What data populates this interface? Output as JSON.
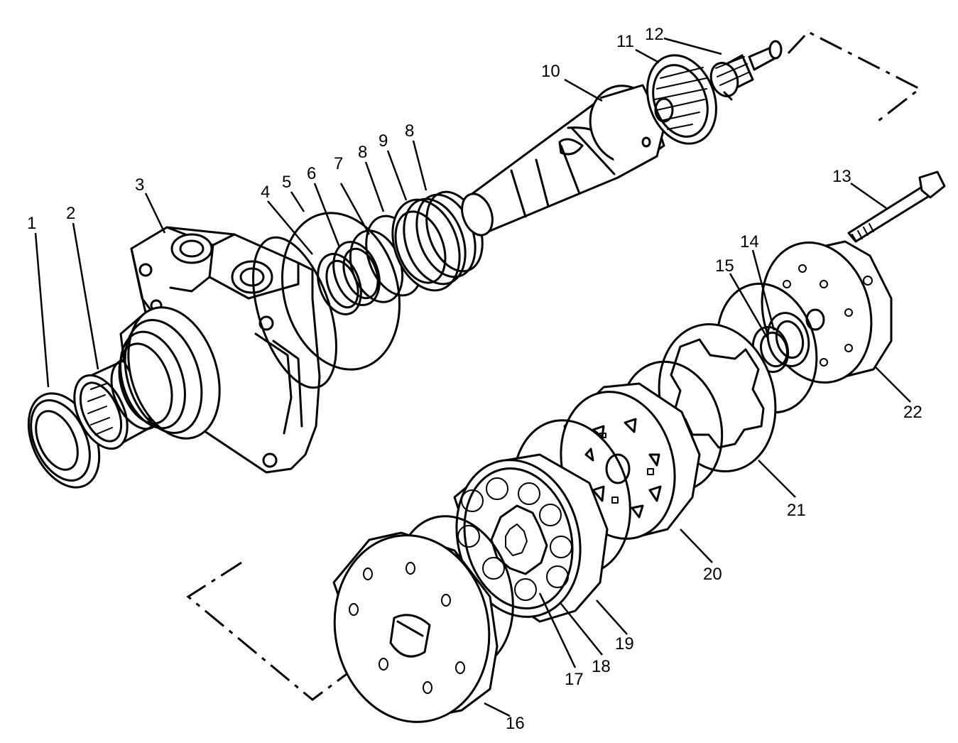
{
  "diagram": {
    "callouts": [
      {
        "id": "1",
        "label": "1"
      },
      {
        "id": "2",
        "label": "2"
      },
      {
        "id": "3",
        "label": "3"
      },
      {
        "id": "4",
        "label": "4"
      },
      {
        "id": "5",
        "label": "5"
      },
      {
        "id": "6",
        "label": "6"
      },
      {
        "id": "7",
        "label": "7"
      },
      {
        "id": "8a",
        "label": "8"
      },
      {
        "id": "9",
        "label": "9"
      },
      {
        "id": "8b",
        "label": "8"
      },
      {
        "id": "10",
        "label": "10"
      },
      {
        "id": "11",
        "label": "11"
      },
      {
        "id": "12",
        "label": "12"
      },
      {
        "id": "13",
        "label": "13"
      },
      {
        "id": "14",
        "label": "14"
      },
      {
        "id": "15",
        "label": "15"
      },
      {
        "id": "16",
        "label": "16"
      },
      {
        "id": "17",
        "label": "17"
      },
      {
        "id": "18",
        "label": "18"
      },
      {
        "id": "19",
        "label": "19"
      },
      {
        "id": "20",
        "label": "20"
      },
      {
        "id": "21",
        "label": "21"
      },
      {
        "id": "22",
        "label": "22"
      }
    ]
  }
}
